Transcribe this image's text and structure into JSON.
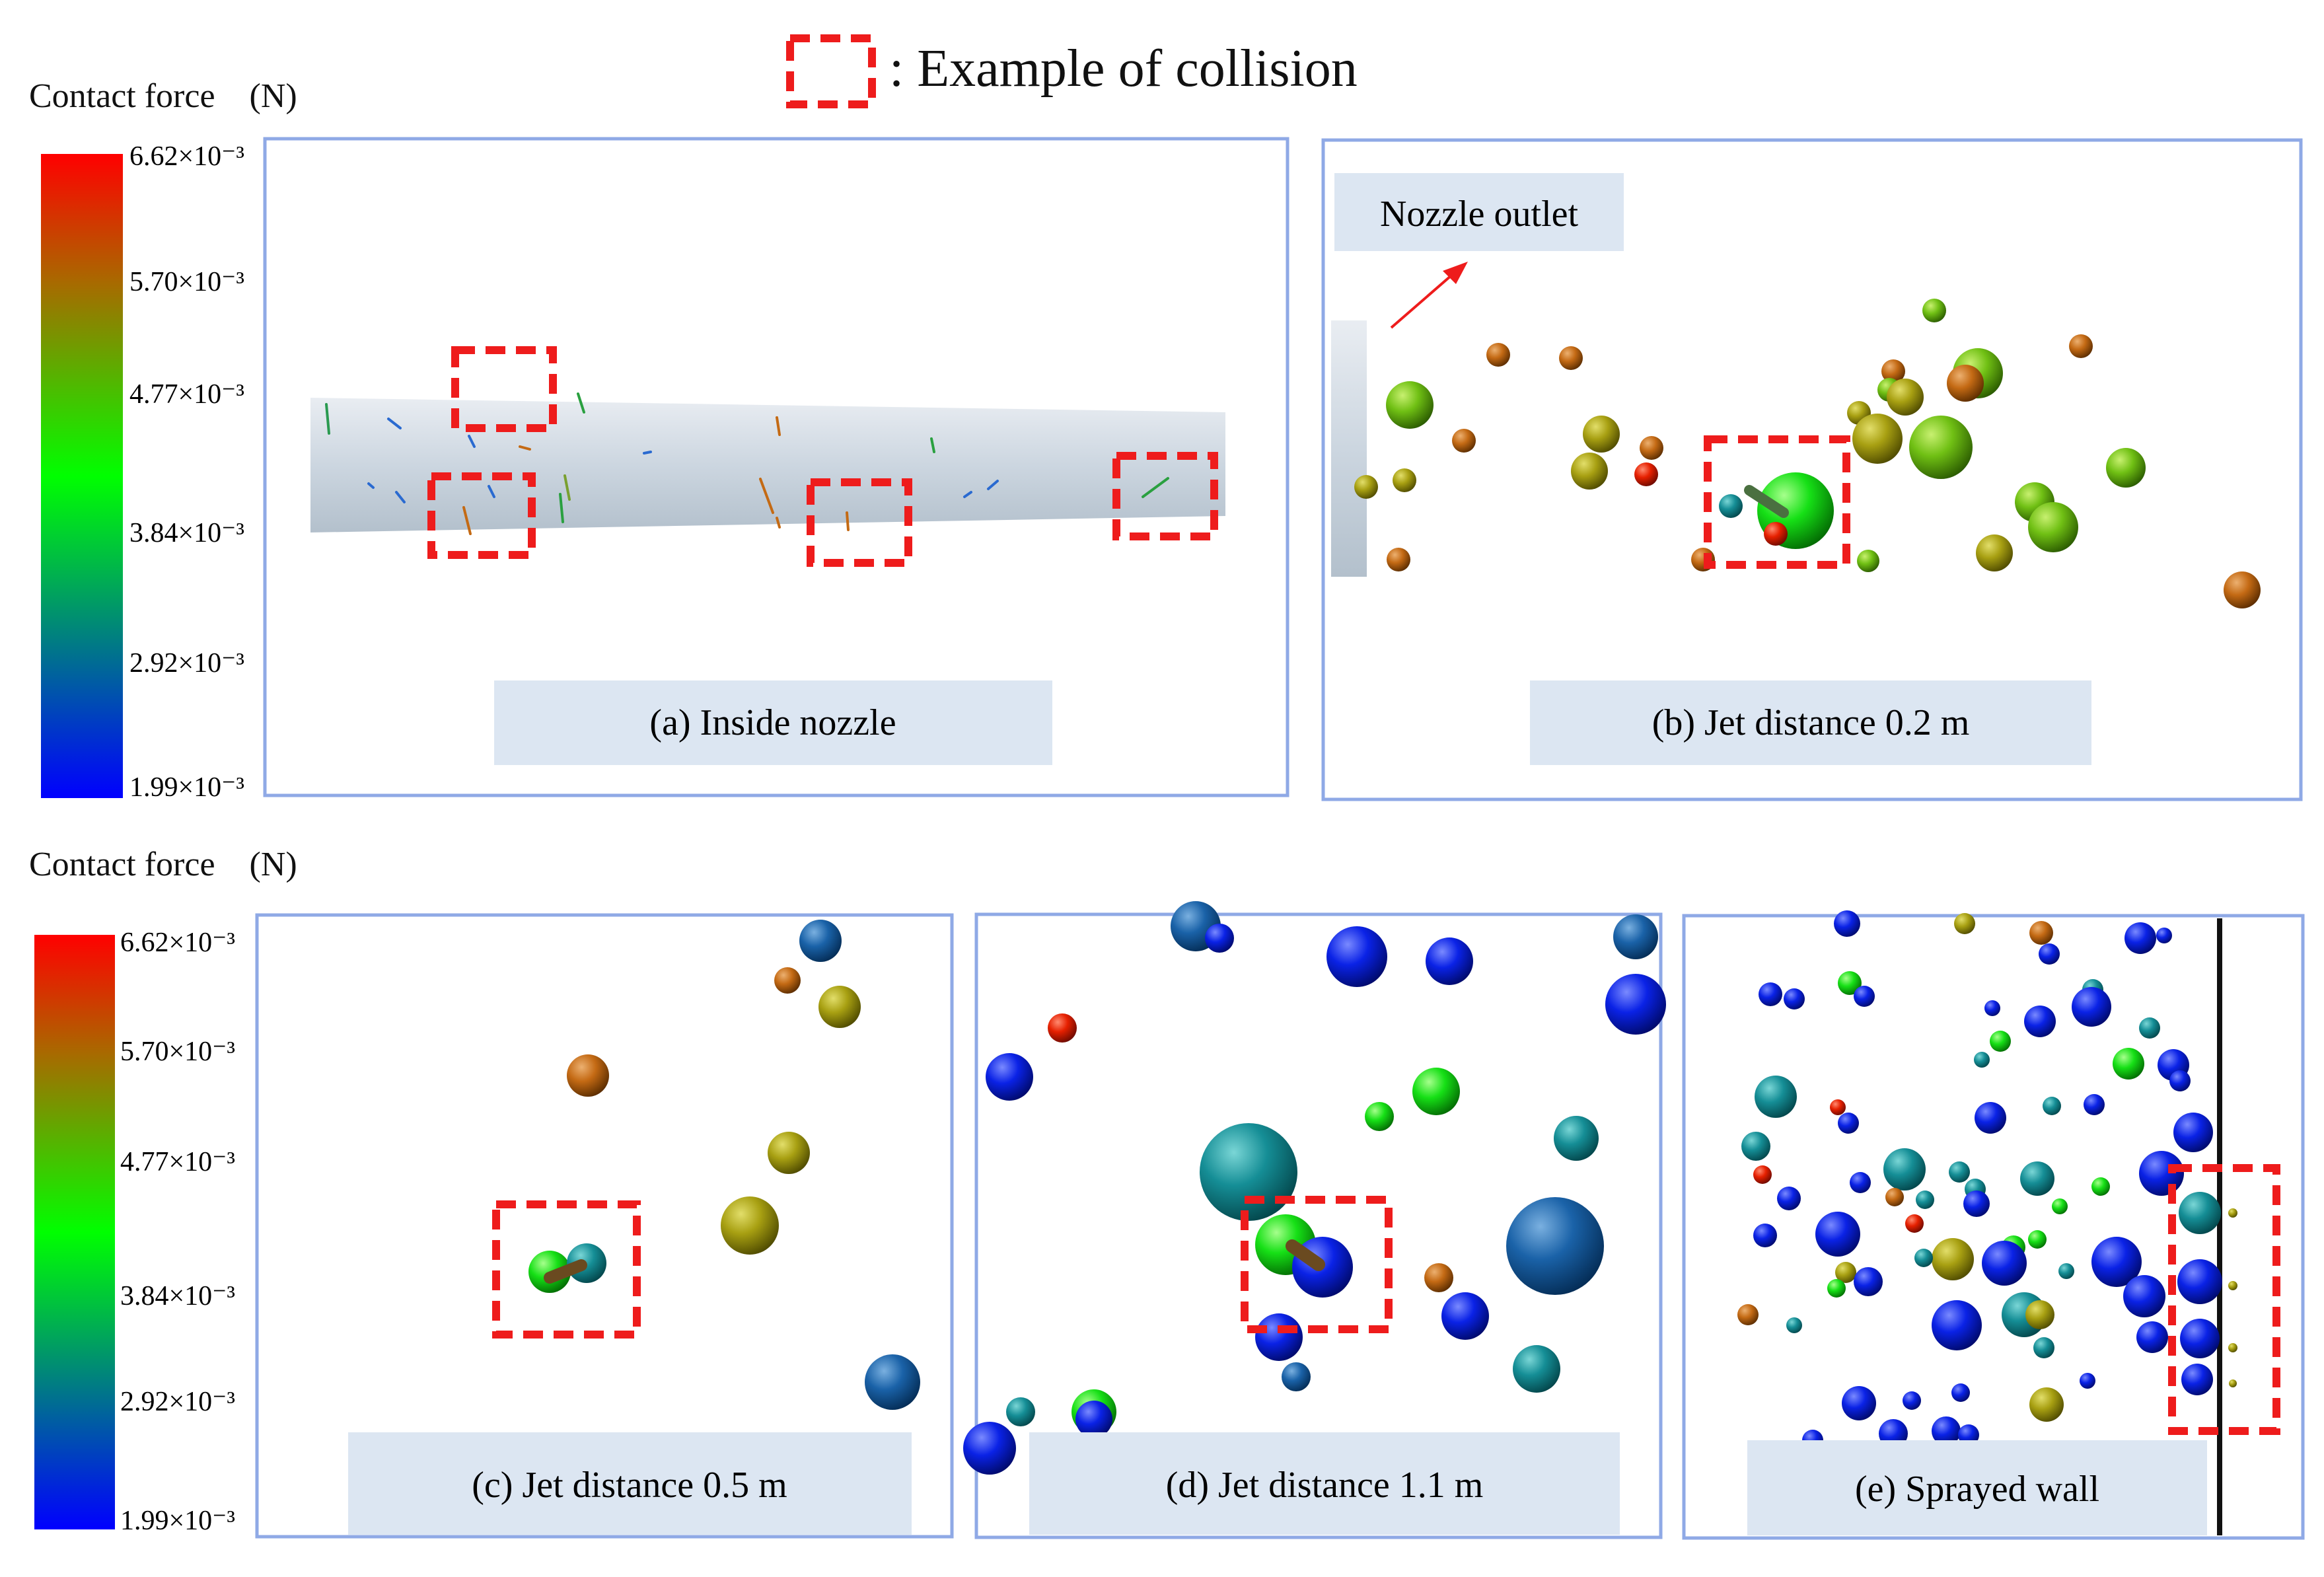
{
  "legend_top": {
    "title": "Contact force　(N)",
    "ticks": [
      "6.62×10⁻³",
      "5.70×10⁻³",
      "4.77×10⁻³",
      "3.84×10⁻³",
      "2.92×10⁻³",
      "1.99×10⁻³"
    ]
  },
  "legend_bottom": {
    "title": "Contact force　(N)",
    "ticks": [
      "6.62×10⁻³",
      "5.70×10⁻³",
      "4.77×10⁻³",
      "3.84×10⁻³",
      "2.92×10⁻³",
      "1.99×10⁻³"
    ]
  },
  "key": {
    "label": ": Example of collision",
    "color": "#ee1c1c"
  },
  "colors": {
    "max": "#ff0000",
    "mid": "#00ff00",
    "min": "#0000ff",
    "panel_border": "#8fa9e6",
    "label_bg": "#dce6f2"
  },
  "panels": [
    {
      "id": "a",
      "caption": "(a) Inside nozzle"
    },
    {
      "id": "b",
      "caption": "(b) Jet distance 0.2 m",
      "annotation": "Nozzle outlet"
    },
    {
      "id": "c",
      "caption": "(c) Jet distance 0.5 m"
    },
    {
      "id": "d",
      "caption": "(d) Jet distance 1.1 m"
    },
    {
      "id": "e",
      "caption": "(e) Sprayed wall"
    }
  ]
}
